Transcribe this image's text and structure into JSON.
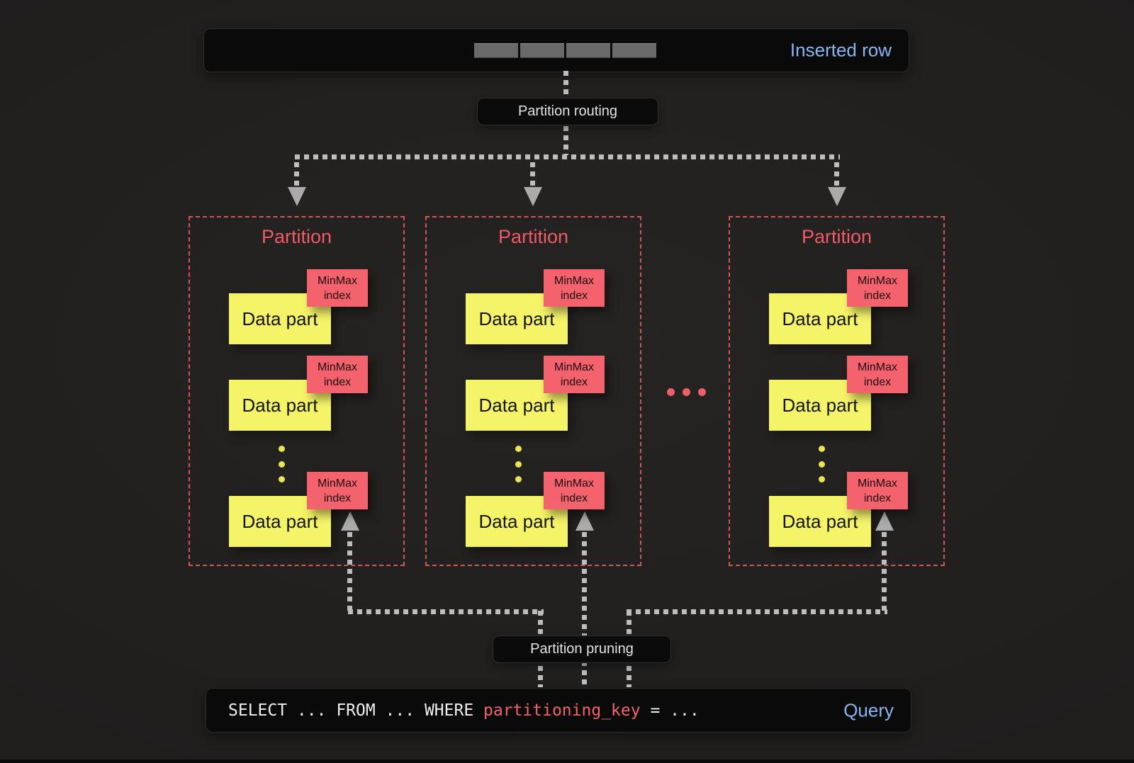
{
  "colors": {
    "accent_blue": "#85b6f2",
    "accent_red": "#ef5f6b",
    "data_part_yellow": "#f5f368",
    "minmax_red": "#f4626e",
    "connector_gray": "#bdbdbd"
  },
  "inserted_row": {
    "label": "Inserted row",
    "cell_count": 4
  },
  "routing": {
    "label": "Partition routing"
  },
  "partitions": [
    {
      "title": "Partition",
      "parts": [
        {
          "label": "Data part",
          "index_label": "MinMax index"
        },
        {
          "label": "Data part",
          "index_label": "MinMax index"
        },
        {
          "label": "Data part",
          "index_label": "MinMax index"
        }
      ]
    },
    {
      "title": "Partition",
      "parts": [
        {
          "label": "Data part",
          "index_label": "MinMax index"
        },
        {
          "label": "Data part",
          "index_label": "MinMax index"
        },
        {
          "label": "Data part",
          "index_label": "MinMax index"
        }
      ]
    },
    {
      "title": "Partition",
      "parts": [
        {
          "label": "Data part",
          "index_label": "MinMax index"
        },
        {
          "label": "Data part",
          "index_label": "MinMax index"
        },
        {
          "label": "Data part",
          "index_label": "MinMax index"
        }
      ]
    }
  ],
  "pruning": {
    "label": "Partition pruning"
  },
  "query": {
    "sql_before": "SELECT ... FROM ... WHERE ",
    "sql_key": "partitioning_key",
    "sql_after": " = ...",
    "label": "Query"
  }
}
